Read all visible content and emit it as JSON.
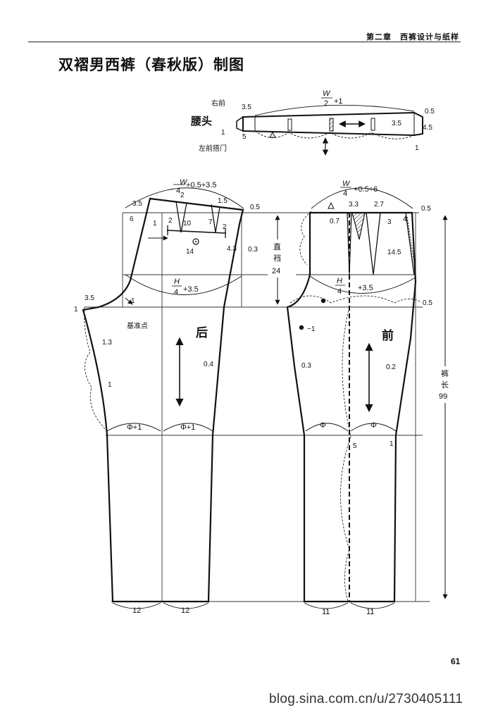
{
  "header": {
    "chapter": "第二章　西裤设计与纸样"
  },
  "title": "双褶男西裤（春秋版）制图",
  "waistband": {
    "name": "腰头",
    "label_right_front": "右前",
    "label_left_front_overlap": "左前搭门",
    "formula_whole": "W",
    "formula_den": "2",
    "formula_tail": "+1",
    "d_3_5_left": "3.5",
    "d_1_left": "1",
    "d_5": "5",
    "d_3_5_right": "3.5",
    "d_0_5": "0.5",
    "d_4_5": "4.5",
    "d_1_right": "1"
  },
  "back": {
    "name": "后",
    "ref_point": "基准点",
    "waist_formula_num": "W",
    "waist_formula_den": "4",
    "waist_formula_tail": "+0.5+3.5",
    "hip_formula_num": "H",
    "hip_formula_den": "4",
    "hip_formula_tail": "+3.5",
    "knee_formula": "Φ+1",
    "hem_formula": "Φ+1",
    "hem_left": "12",
    "hem_right": "12",
    "dims": [
      "3.5",
      "6",
      "2",
      "2",
      "1",
      "10",
      "7",
      "2",
      "1.5",
      "0.5",
      "14",
      "4.3",
      "0.3",
      "3.5",
      "1",
      "1",
      "1.3",
      "1",
      "0.4"
    ]
  },
  "front": {
    "name": "前",
    "waist_formula_num": "W",
    "waist_formula_den": "4",
    "waist_formula_tail": "+0.5+6",
    "hip_formula_num": "H",
    "hip_formula_den": "4",
    "hip_formula_tail": "+3.5",
    "knee_formula": "Φ",
    "hem_left": "11",
    "hem_right": "11",
    "dims": [
      "3.3",
      "2.7",
      "0.5",
      "0.7",
      "3",
      "4",
      "14.5",
      "0.5",
      "−1",
      "0.3",
      "0.2",
      "5",
      "1"
    ],
    "rise_label_1": "直",
    "rise_label_2": "裆",
    "rise_value": "24",
    "length_label_1": "裤",
    "length_label_2": "长",
    "length_value": "99"
  },
  "page_number": "61",
  "watermark": "blog.sina.com.cn/u/2730405111"
}
